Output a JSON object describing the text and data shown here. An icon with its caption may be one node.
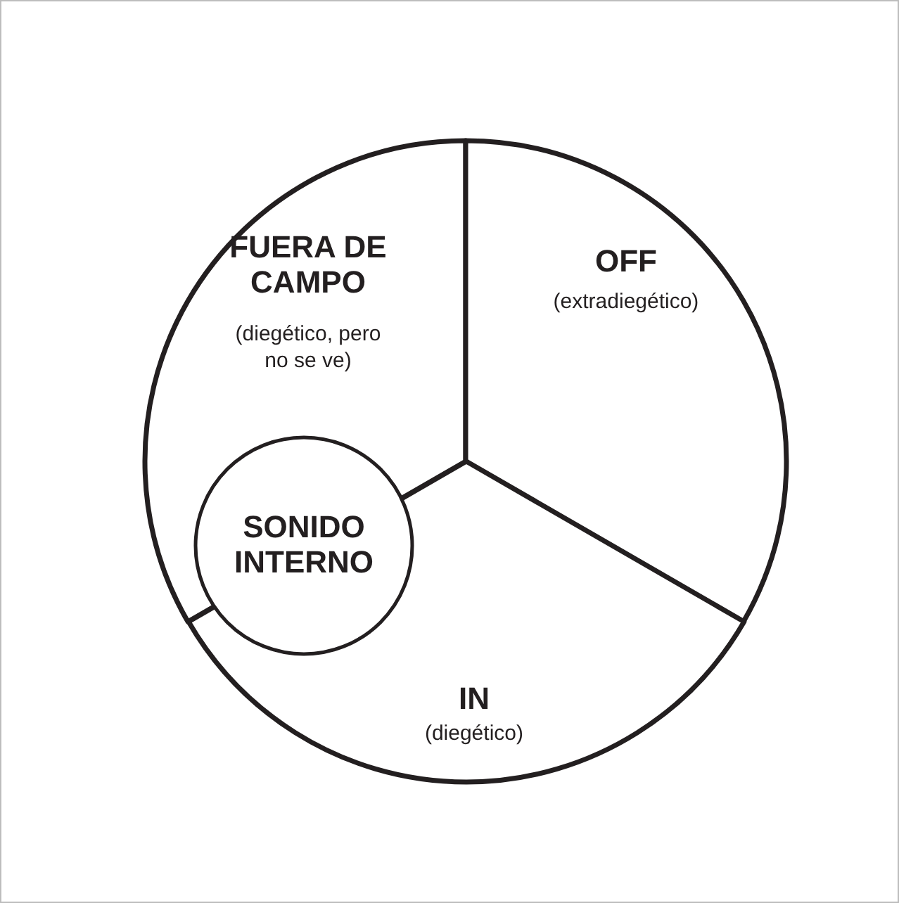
{
  "diagram": {
    "nodes": [
      {
        "text": [
          "FUERA DE CAMPO",
          "(diegético, pero no se ve)"
        ]
      },
      {
        "text": [
          "OFF",
          "(extradiegético)"
        ]
      },
      {
        "text": [
          "SONIDO INTERNO"
        ]
      },
      {
        "text": [
          "IN",
          "(diegético)"
        ]
      }
    ],
    "edges": []
  }
}
